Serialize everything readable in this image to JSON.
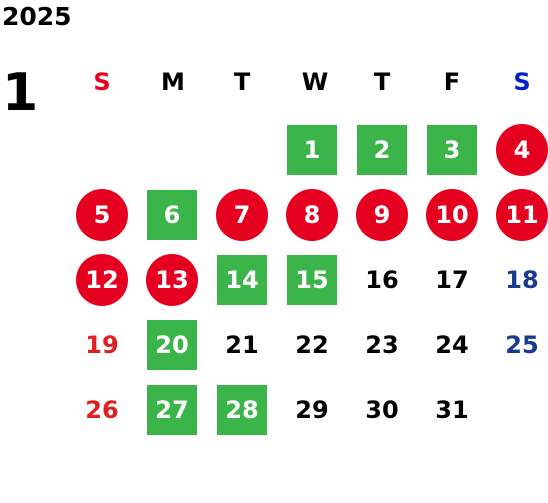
{
  "calendar": {
    "year": "2025",
    "month": "1",
    "weekdays": [
      "S",
      "M",
      "T",
      "W",
      "T",
      "F",
      "S"
    ],
    "colors": {
      "holiday_fill": "#e6001f",
      "green_fill": "#3bb54a",
      "sunday_text": "#e02020",
      "saturday_text": "#1a3a8c",
      "sunday_header": "#e8001e",
      "saturday_header": "#0022cc"
    },
    "first_weekday": 3,
    "days": [
      {
        "d": "1",
        "style": "green"
      },
      {
        "d": "2",
        "style": "green"
      },
      {
        "d": "3",
        "style": "green"
      },
      {
        "d": "4",
        "style": "red"
      },
      {
        "d": "5",
        "style": "red"
      },
      {
        "d": "6",
        "style": "green"
      },
      {
        "d": "7",
        "style": "red"
      },
      {
        "d": "8",
        "style": "red"
      },
      {
        "d": "9",
        "style": "red"
      },
      {
        "d": "10",
        "style": "red"
      },
      {
        "d": "11",
        "style": "red"
      },
      {
        "d": "12",
        "style": "red"
      },
      {
        "d": "13",
        "style": "red"
      },
      {
        "d": "14",
        "style": "green"
      },
      {
        "d": "15",
        "style": "green"
      },
      {
        "d": "16",
        "style": "plain"
      },
      {
        "d": "17",
        "style": "plain"
      },
      {
        "d": "18",
        "style": "bluetext"
      },
      {
        "d": "19",
        "style": "redtext"
      },
      {
        "d": "20",
        "style": "green"
      },
      {
        "d": "21",
        "style": "plain"
      },
      {
        "d": "22",
        "style": "plain"
      },
      {
        "d": "23",
        "style": "plain"
      },
      {
        "d": "24",
        "style": "plain"
      },
      {
        "d": "25",
        "style": "bluetext"
      },
      {
        "d": "26",
        "style": "redtext"
      },
      {
        "d": "27",
        "style": "green"
      },
      {
        "d": "28",
        "style": "green"
      },
      {
        "d": "29",
        "style": "plain"
      },
      {
        "d": "30",
        "style": "plain"
      },
      {
        "d": "31",
        "style": "plain"
      }
    ]
  }
}
